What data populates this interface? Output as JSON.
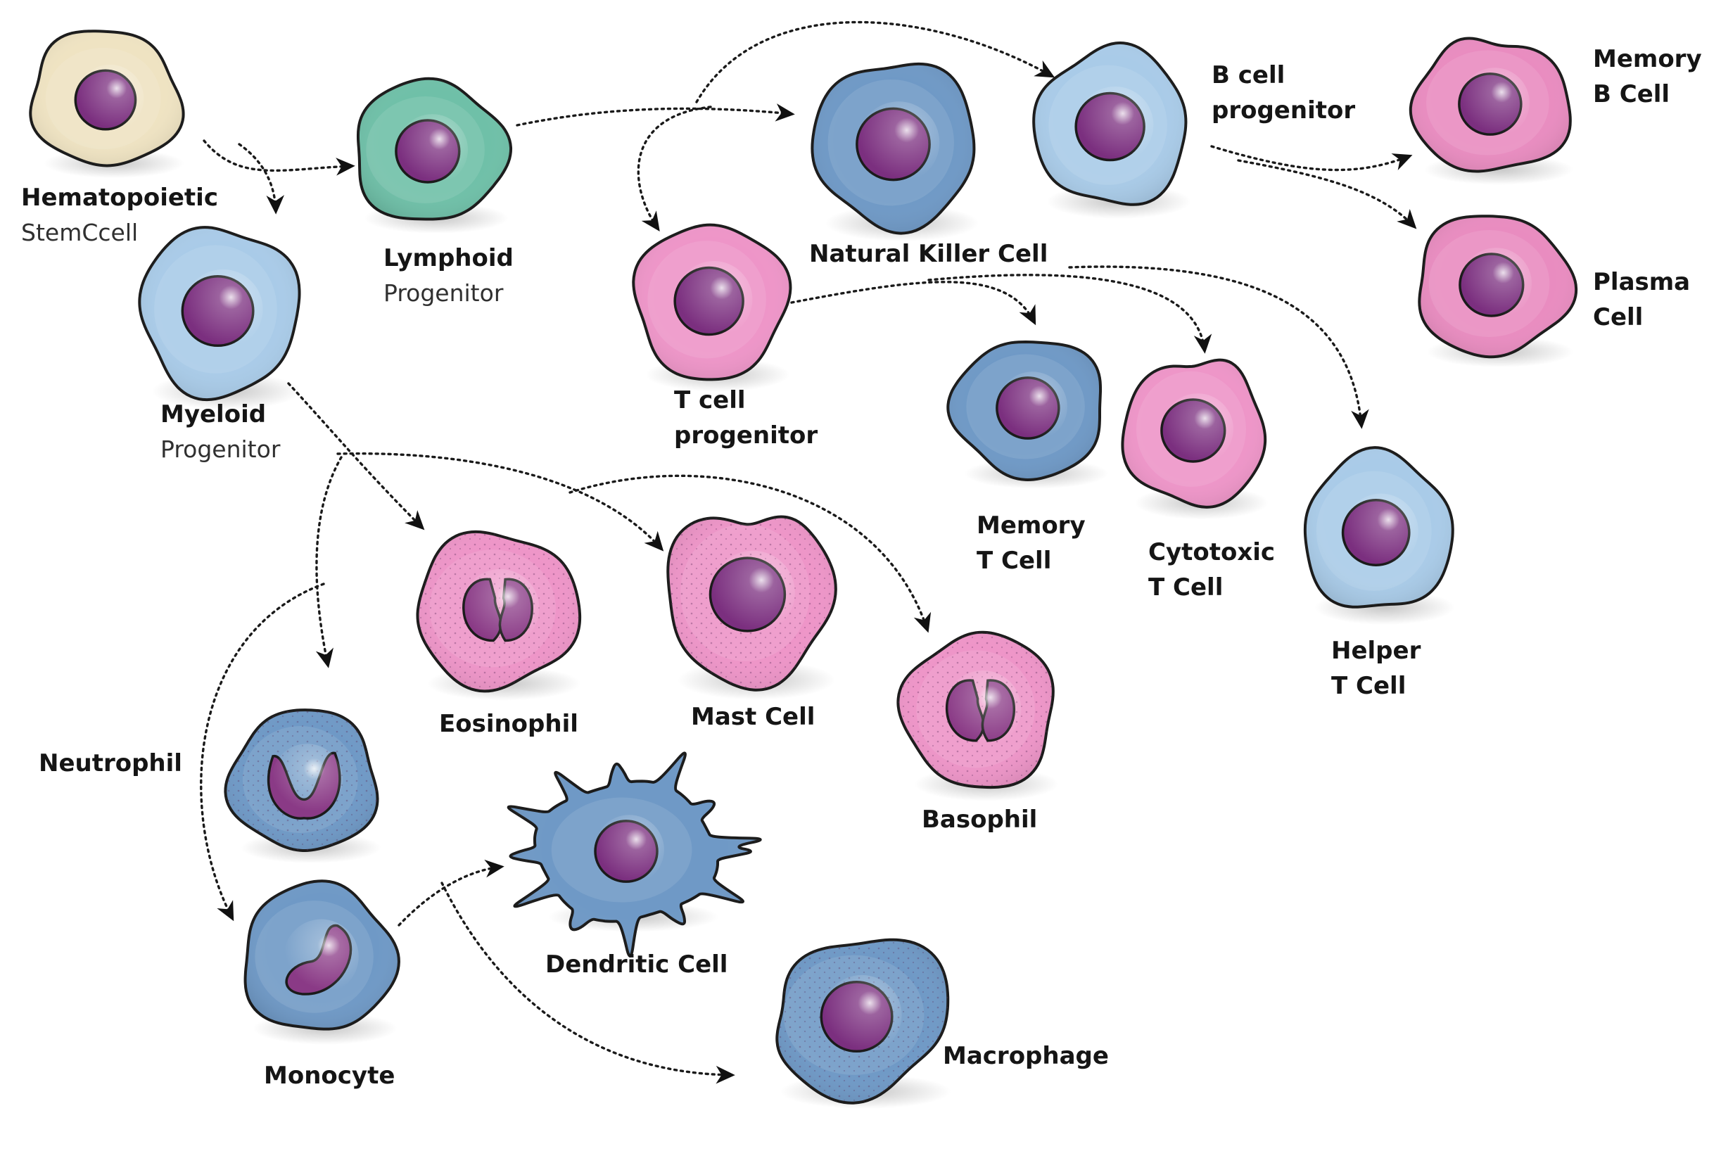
{
  "diagram": {
    "cells": [
      {
        "id": "hsc",
        "label_bold": "Hematopoietic",
        "label_regular": "StemCcell",
        "fill": "#efe3c2",
        "nucleus": "#7b2f7f"
      },
      {
        "id": "lymphoid",
        "label_bold": "Lymphoid",
        "label_regular": "Progenitor",
        "fill": "#6fc0a8",
        "nucleus": "#7b2f7f"
      },
      {
        "id": "myeloid",
        "label_bold": "Myeloid",
        "label_regular": "Progenitor",
        "fill": "#a9cbe8",
        "nucleus": "#7b2f7f"
      },
      {
        "id": "nk",
        "label_bold": "Natural Killer Cell",
        "fill": "#6f99c6",
        "nucleus": "#7b2f7f"
      },
      {
        "id": "bprog",
        "label_lines": [
          "B cell",
          "progenitor"
        ],
        "fill": "#a9cbe8",
        "nucleus": "#7b2f7f"
      },
      {
        "id": "memb",
        "label_lines": [
          "Memory",
          "B Cell"
        ],
        "fill": "#e98cc0",
        "nucleus": "#7b2f7f"
      },
      {
        "id": "plasma",
        "label_lines": [
          "Plasma",
          "Cell"
        ],
        "fill": "#e98cc0",
        "nucleus": "#7b2f7f"
      },
      {
        "id": "tprog",
        "label_lines": [
          "T cell",
          "progenitor"
        ],
        "fill": "#ee95c8",
        "nucleus": "#7b2f7f"
      },
      {
        "id": "memt",
        "label_lines": [
          "Memory",
          "T Cell"
        ],
        "fill": "#6f99c6",
        "nucleus": "#7b2f7f"
      },
      {
        "id": "cytot",
        "label_lines": [
          "Cytotoxic",
          "T Cell"
        ],
        "fill": "#ee95c8",
        "nucleus": "#7b2f7f"
      },
      {
        "id": "helpert",
        "label_lines": [
          "Helper",
          "T Cell"
        ],
        "fill": "#a9cbe8",
        "nucleus": "#7b2f7f"
      },
      {
        "id": "eosinophil",
        "label_bold": "Eosinophil",
        "fill": "#ee95c8",
        "nucleus": "#8a3a86"
      },
      {
        "id": "mast",
        "label_bold": "Mast Cell",
        "fill": "#ee95c8",
        "nucleus": "#7b2f7f"
      },
      {
        "id": "basophil",
        "label_bold": "Basophil",
        "fill": "#ee95c8",
        "nucleus": "#8a3a86"
      },
      {
        "id": "neutrophil",
        "label_bold": "Neutrophil",
        "fill": "#6f99c6",
        "nucleus": "#8a3a86"
      },
      {
        "id": "monocyte",
        "label_bold": "Monocyte",
        "fill": "#6f99c6",
        "nucleus": "#8a3a86"
      },
      {
        "id": "dendritic",
        "label_bold": "Dendritic Cell",
        "fill": "#6f99c6",
        "nucleus": "#7b2f7f"
      },
      {
        "id": "macrophage",
        "label_bold": "Macrophage",
        "fill": "#6f99c6",
        "nucleus": "#7b2f7f"
      }
    ],
    "connections": [
      {
        "from": "hsc",
        "to": "lymphoid"
      },
      {
        "from": "hsc",
        "to": "myeloid"
      },
      {
        "from": "lymphoid",
        "to": "nk"
      },
      {
        "from": "lymphoid",
        "to": "bprog"
      },
      {
        "from": "lymphoid",
        "to": "tprog"
      },
      {
        "from": "bprog",
        "to": "memb"
      },
      {
        "from": "bprog",
        "to": "plasma"
      },
      {
        "from": "tprog",
        "to": "memt"
      },
      {
        "from": "tprog",
        "to": "cytot"
      },
      {
        "from": "tprog",
        "to": "helpert"
      },
      {
        "from": "myeloid",
        "to": "eosinophil"
      },
      {
        "from": "myeloid",
        "to": "mast"
      },
      {
        "from": "myeloid",
        "to": "basophil"
      },
      {
        "from": "myeloid",
        "to": "neutrophil"
      },
      {
        "from": "myeloid",
        "to": "monocyte"
      },
      {
        "from": "monocyte",
        "to": "dendritic"
      },
      {
        "from": "monocyte",
        "to": "macrophage"
      }
    ]
  }
}
